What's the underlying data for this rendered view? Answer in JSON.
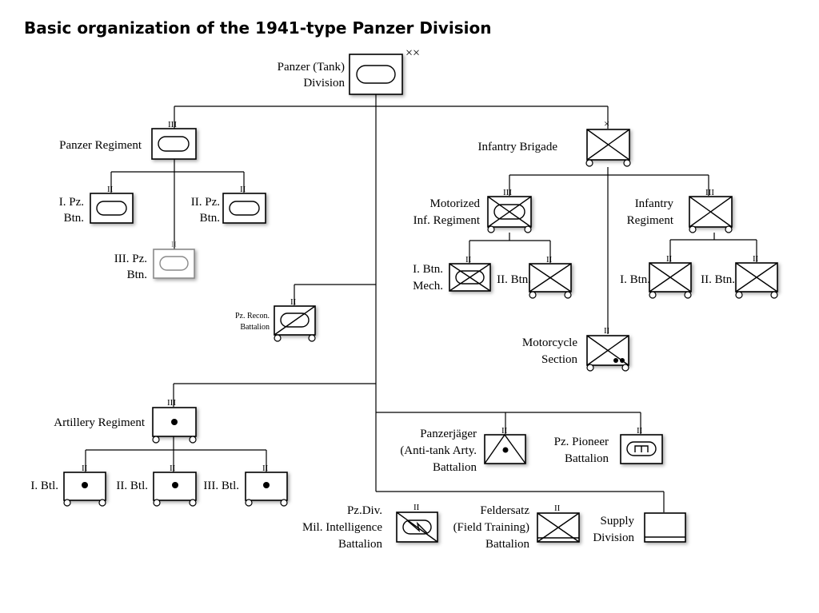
{
  "title": "Basic organization of the 1941-type Panzer Division",
  "echelons": {
    "division": "××",
    "brigade": "×",
    "regiment": "III",
    "battalion": "II"
  },
  "units": {
    "division": [
      "Panzer (Tank)",
      "Division"
    ],
    "panzer_regiment": [
      "Panzer Regiment"
    ],
    "pz_btn_1": [
      "I. Pz.",
      "Btn."
    ],
    "pz_btn_2": [
      "II. Pz.",
      "Btn."
    ],
    "pz_btn_3": [
      "III. Pz.",
      "Btn."
    ],
    "infantry_brigade": [
      "Infantry Brigade"
    ],
    "motorized_inf_regiment": [
      "Motorized",
      "Inf. Regiment"
    ],
    "mot_btn_1": [
      "I. Btn.",
      "Mech."
    ],
    "mot_btn_2": [
      "II. Btn."
    ],
    "infantry_regiment": [
      "Infantry",
      "Regiment"
    ],
    "inf_btn_1": [
      "I. Btn."
    ],
    "inf_btn_2": [
      "II. Btn."
    ],
    "recon_battalion": [
      "Pz. Recon.",
      "Battalion"
    ],
    "motorcycle_section": [
      "Motorcycle",
      "Section"
    ],
    "artillery_regiment": [
      "Artillery Regiment"
    ],
    "art_btl_1": [
      "I. Btl."
    ],
    "art_btl_2": [
      "II. Btl."
    ],
    "art_btl_3": [
      "III. Btl."
    ],
    "panzerjager_battalion": [
      "Panzerjäger",
      "(Anti-tank Arty.",
      "Battalion"
    ],
    "pioneer_battalion": [
      "Pz. Pioneer",
      "Battalion"
    ],
    "intelligence_battalion": [
      "Pz.Div.",
      "Mil. Intelligence",
      "Battalion"
    ],
    "feldersatz_battalion": [
      "Feldersatz",
      "(Field Training)",
      "Battalion"
    ],
    "supply_division": [
      "Supply",
      "Division"
    ]
  },
  "symbols": {
    "division": "armor-oval",
    "panzer_regiment": "armor-oval",
    "pz_btn_1": "armor-oval",
    "pz_btn_2": "armor-oval",
    "pz_btn_3": "armor-oval",
    "infantry_brigade": "infantry-cross-wheeled",
    "motorized_inf_regiment": "mechanized-infantry-wheeled",
    "mot_btn_1": "mechanized-infantry",
    "mot_btn_2": "infantry-cross-wheeled",
    "infantry_regiment": "infantry-cross-wheeled",
    "inf_btn_1": "infantry-cross-wheeled",
    "inf_btn_2": "infantry-cross-wheeled",
    "recon_battalion": "reconnaissance-wheeled",
    "motorcycle_section": "motorcycle-infantry-wheeled",
    "artillery_regiment": "artillery-dot-wheeled",
    "art_btl_1": "artillery-dot-wheeled",
    "art_btl_2": "artillery-dot-wheeled",
    "art_btl_3": "artillery-dot-wheeled",
    "panzerjager_battalion": "anti-tank-artillery",
    "pioneer_battalion": "armored-engineer",
    "intelligence_battalion": "signals-intelligence",
    "feldersatz_battalion": "field-training-infantry",
    "supply_division": "supply"
  }
}
